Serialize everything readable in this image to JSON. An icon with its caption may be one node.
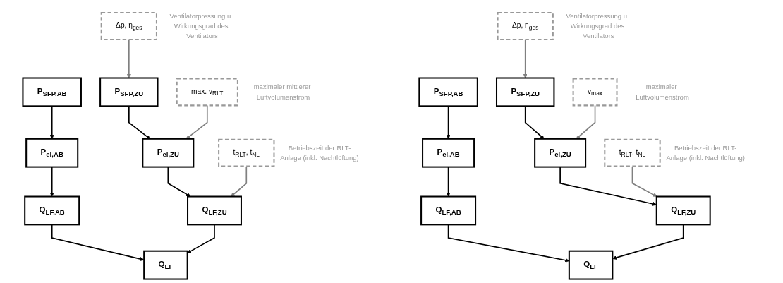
{
  "diagram": {
    "nodes": [
      {
        "text": [
          "P$_{SFP,AB}$"
        ]
      },
      {
        "text": [
          "P$_{SFP,ZU}$"
        ]
      },
      {
        "text": [
          "Δp, η$_{ges}$"
        ],
        "beside": [
          "Ventilatorpressung u. Wirkungsgrad des Ventilators"
        ]
      },
      {
        "text": [
          "P$_{el,AB}$"
        ]
      },
      {
        "text": [
          "P$_{el,ZU}$"
        ]
      },
      {
        "text": [
          "max. v$_{RLT}$"
        ],
        "beside": [
          "maximaler mittlerer Luftvolumenstrom"
        ]
      },
      {
        "text": [
          "Q$_{LF,AB}$"
        ]
      },
      {
        "text": [
          "Q$_{LF,ZU}$"
        ]
      },
      {
        "text": [
          "t$_{RLT}$, t$_{NL}$"
        ],
        "beside": [
          "Betriebszeit der RLT-Anlage (inkl. Nachtlüftung)"
        ]
      },
      {
        "text": [
          "Q$_{LF}$"
        ]
      },
      {
        "text": [
          "P$_{SFP,AB}$"
        ]
      },
      {
        "text": [
          "P$_{SFP,ZU}$"
        ]
      },
      {
        "text": [
          "Δp, η$_{ges}$"
        ],
        "beside": [
          "Ventilatorpressung u. Wirkungsgrad des Ventilators"
        ]
      },
      {
        "text": [
          "P$_{el,AB}$"
        ]
      },
      {
        "text": [
          "P$_{el,ZU}$"
        ]
      },
      {
        "text": [
          "v$_{max}$"
        ],
        "beside": [
          "maximaler Luftvolumenstrom"
        ]
      },
      {
        "text": [
          "Q$_{LF,AB}$"
        ]
      },
      {
        "text": [
          "Q$_{LF,ZU}$"
        ]
      },
      {
        "text": [
          "t$_{RLT}$, t$_{NL}$"
        ],
        "beside": [
          "Betriebszeit der RLT-Anlage (inkl. Nachtlüftung)"
        ]
      },
      {
        "text": [
          "Q$_{LF}$"
        ]
      }
    ],
    "edges": [
      {
        "from": 0,
        "to": 3,
        "arrow": "to"
      },
      {
        "from": 3,
        "to": 6,
        "arrow": "to"
      },
      {
        "from": 6,
        "to": 9,
        "arrow": "to"
      },
      {
        "from": 1,
        "to": 4,
        "arrow": "to"
      },
      {
        "from": 4,
        "to": 7,
        "arrow": "to"
      },
      {
        "from": 7,
        "to": 9,
        "arrow": "to"
      },
      {
        "from": 2,
        "to": 1,
        "arrow": "to",
        "color": "#808080"
      },
      {
        "from": 5,
        "to": 4,
        "arrow": "to",
        "color": "#808080"
      },
      {
        "from": 8,
        "to": 7,
        "arrow": "to",
        "color": "#808080"
      },
      {
        "from": 10,
        "to": 13,
        "arrow": "to"
      },
      {
        "from": 13,
        "to": 16,
        "arrow": "to"
      },
      {
        "from": 16,
        "to": 19,
        "arrow": "to"
      },
      {
        "from": 11,
        "to": 14,
        "arrow": "to"
      },
      {
        "from": 14,
        "to": 17,
        "arrow": "to"
      },
      {
        "from": 17,
        "to": 19,
        "arrow": "to"
      },
      {
        "from": 12,
        "to": 11,
        "arrow": "to",
        "color": "#808080"
      },
      {
        "from": 15,
        "to": 14,
        "arrow": "to",
        "color": "#808080"
      },
      {
        "from": 18,
        "to": 17,
        "arrow": "to",
        "color": "#808080"
      }
    ]
  }
}
